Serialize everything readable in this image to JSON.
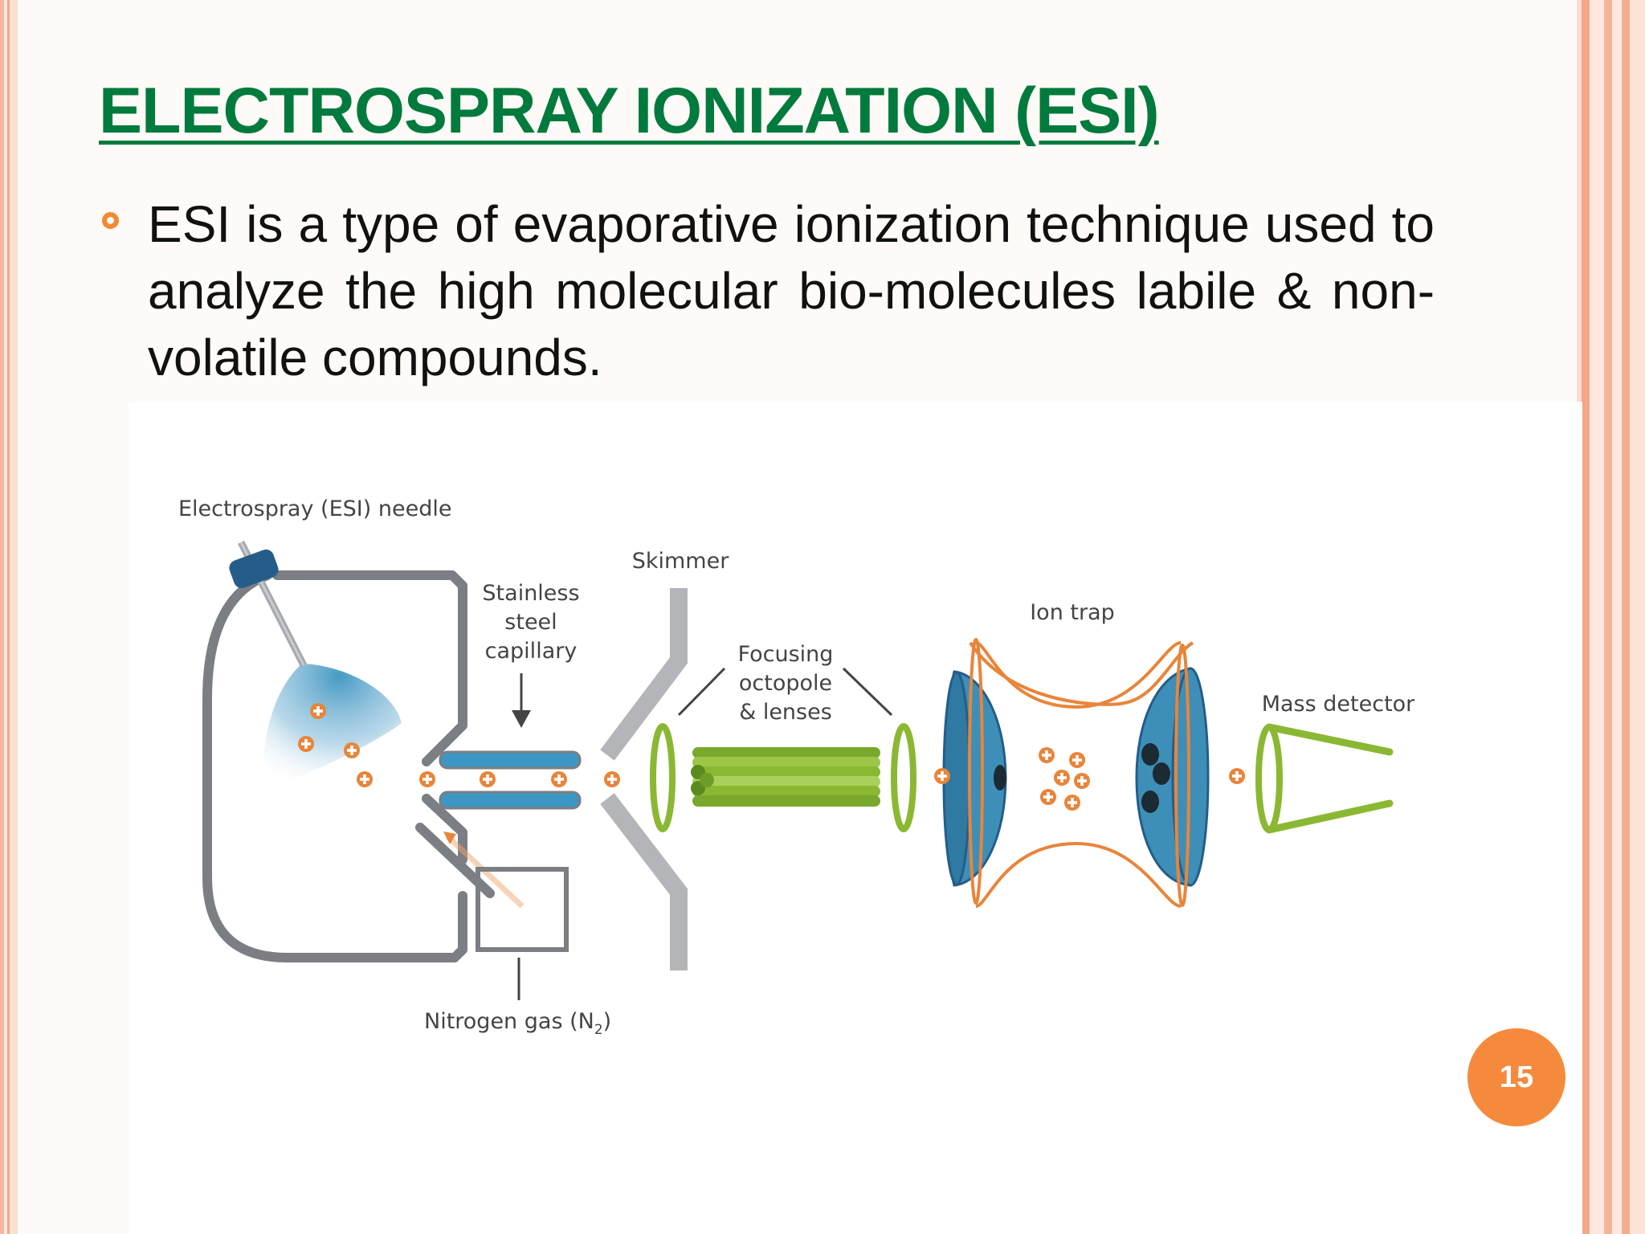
{
  "slide": {
    "title": "ELECTROSPRAY IONIZATION (ESI)",
    "bullet": "ESI is a type of evaporative ionization technique used to analyze the high molecular bio-molecules labile & non-volatile compounds.",
    "page_number": "15"
  },
  "diagram": {
    "labels": {
      "needle": "Electrospray (ESI) needle",
      "capillary_line1": "Stainless",
      "capillary_line2": "steel",
      "capillary_line3": "capillary",
      "skimmer": "Skimmer",
      "octopole_line1": "Focusing",
      "octopole_line2": "octopole",
      "octopole_line3": "& lenses",
      "ion_trap": "Ion trap",
      "detector": "Mass detector",
      "nitrogen": "Nitrogen gas (N",
      "nitrogen_sub": "2",
      "nitrogen_close": ")"
    },
    "colors": {
      "title_green": "#007a3d",
      "bullet_orange": "#f28a32",
      "ion_orange": "#e8853a",
      "housing_gray": "#7b7e82",
      "skimmer_gray": "#b3b5b8",
      "capillary_blue": "#3d97c4",
      "octopole_green": "#8bb833",
      "trap_blue": "#3d8fb8",
      "page_badge": "#f68a3c"
    }
  }
}
